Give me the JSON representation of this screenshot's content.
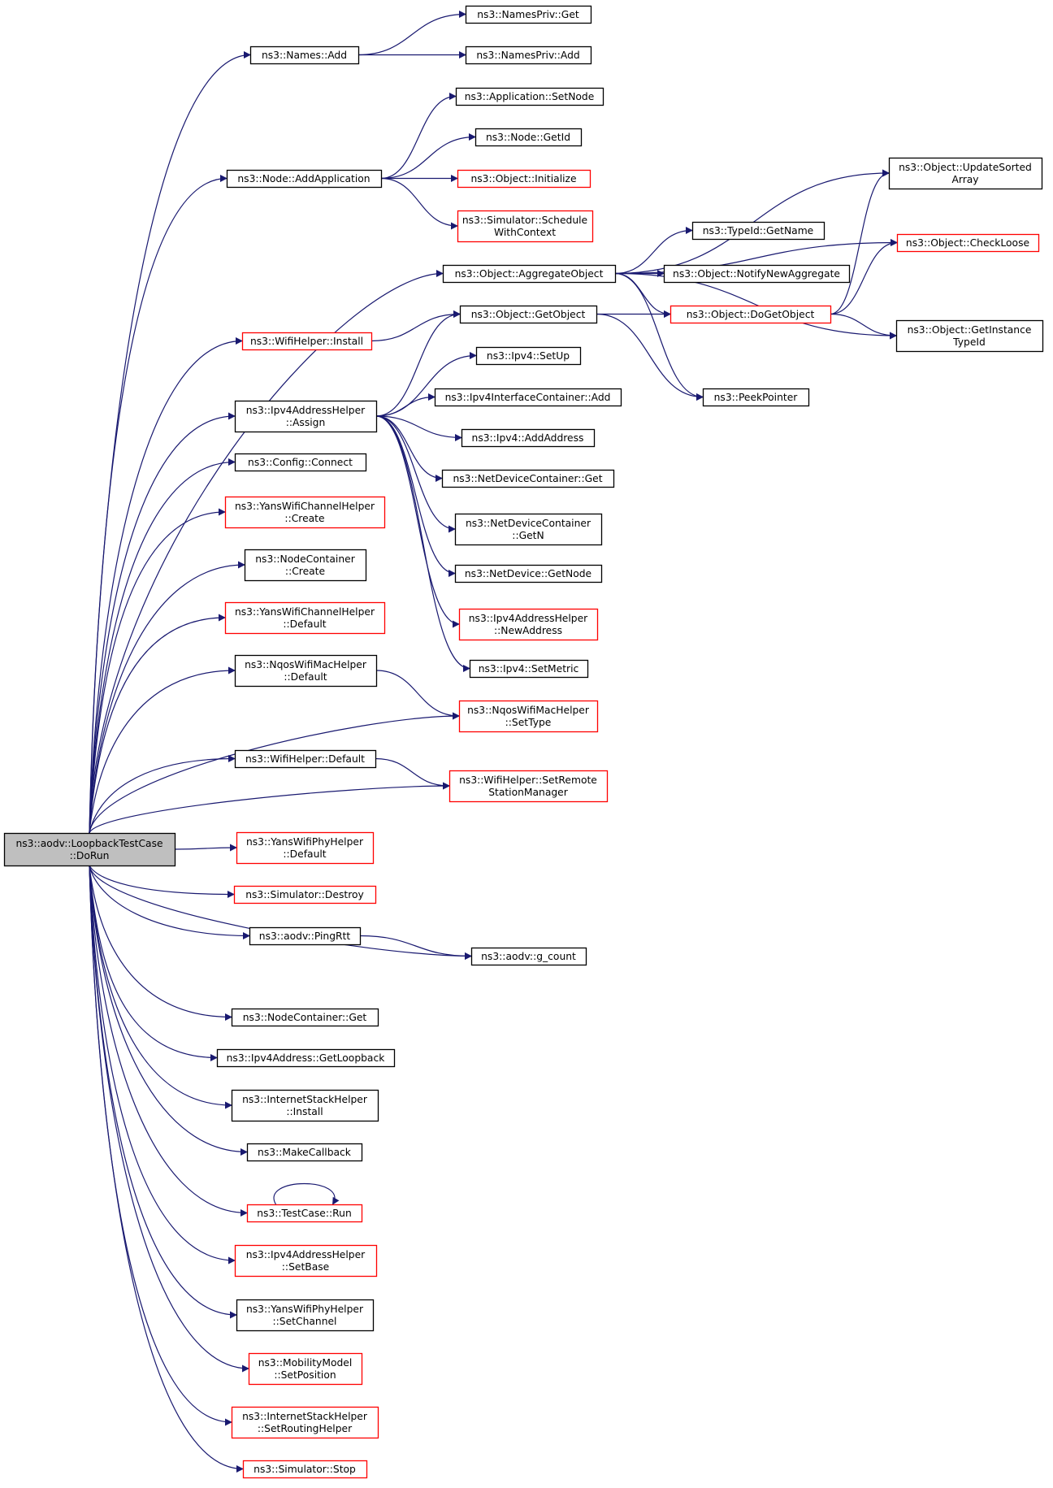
{
  "colors": {
    "edge": "#191970",
    "node_border_normal": "#000000",
    "node_border_truncated": "#ff0000",
    "root_fill": "#bfbfbf",
    "node_fill": "#ffffff"
  },
  "nodes": [
    {
      "id": "root",
      "lines": [
        "ns3::aodv::LoopbackTestCase",
        "::DoRun"
      ],
      "border": "black",
      "root": true
    },
    {
      "id": "names_add",
      "lines": [
        "ns3::Names::Add"
      ],
      "border": "black"
    },
    {
      "id": "namespriv_get",
      "lines": [
        "ns3::NamesPriv::Get"
      ],
      "border": "black"
    },
    {
      "id": "namespriv_add",
      "lines": [
        "ns3::NamesPriv::Add"
      ],
      "border": "black"
    },
    {
      "id": "app_setnode",
      "lines": [
        "ns3::Application::SetNode"
      ],
      "border": "black"
    },
    {
      "id": "node_getid",
      "lines": [
        "ns3::Node::GetId"
      ],
      "border": "black"
    },
    {
      "id": "node_addapp",
      "lines": [
        "ns3::Node::AddApplication"
      ],
      "border": "black"
    },
    {
      "id": "obj_init",
      "lines": [
        "ns3::Object::Initialize"
      ],
      "border": "red"
    },
    {
      "id": "sim_schedctx",
      "lines": [
        "ns3::Simulator::Schedule",
        "WithContext"
      ],
      "border": "red"
    },
    {
      "id": "obj_upd",
      "lines": [
        "ns3::Object::UpdateSorted",
        "Array"
      ],
      "border": "black"
    },
    {
      "id": "obj_checkloose",
      "lines": [
        "ns3::Object::CheckLoose"
      ],
      "border": "red"
    },
    {
      "id": "typeid_getname",
      "lines": [
        "ns3::TypeId::GetName"
      ],
      "border": "black"
    },
    {
      "id": "obj_aggregate",
      "lines": [
        "ns3::Object::AggregateObject"
      ],
      "border": "black"
    },
    {
      "id": "obj_notify",
      "lines": [
        "ns3::Object::NotifyNewAggregate"
      ],
      "border": "black"
    },
    {
      "id": "obj_getobject",
      "lines": [
        "ns3::Object::GetObject"
      ],
      "border": "black"
    },
    {
      "id": "obj_dogetobject",
      "lines": [
        "ns3::Object::DoGetObject"
      ],
      "border": "red"
    },
    {
      "id": "obj_getinstance",
      "lines": [
        "ns3::Object::GetInstance",
        "TypeId"
      ],
      "border": "black"
    },
    {
      "id": "wifi_install",
      "lines": [
        "ns3::WifiHelper::Install"
      ],
      "border": "red"
    },
    {
      "id": "ipv4_setup",
      "lines": [
        "ns3::Ipv4::SetUp"
      ],
      "border": "black"
    },
    {
      "id": "ipv4ah_assign",
      "lines": [
        "ns3::Ipv4AddressHelper",
        "::Assign"
      ],
      "border": "black"
    },
    {
      "id": "ipv4ic_add",
      "lines": [
        "ns3::Ipv4InterfaceContainer::Add"
      ],
      "border": "black"
    },
    {
      "id": "peekpointer",
      "lines": [
        "ns3::PeekPointer"
      ],
      "border": "black"
    },
    {
      "id": "ipv4_addaddr",
      "lines": [
        "ns3::Ipv4::AddAddress"
      ],
      "border": "black"
    },
    {
      "id": "config_connect",
      "lines": [
        "ns3::Config::Connect"
      ],
      "border": "black"
    },
    {
      "id": "ndc_get",
      "lines": [
        "ns3::NetDeviceContainer::Get"
      ],
      "border": "black"
    },
    {
      "id": "ywch_create",
      "lines": [
        "ns3::YansWifiChannelHelper",
        "::Create"
      ],
      "border": "red"
    },
    {
      "id": "ndc_getn",
      "lines": [
        "ns3::NetDeviceContainer",
        "::GetN"
      ],
      "border": "black"
    },
    {
      "id": "nc_create",
      "lines": [
        "ns3::NodeContainer",
        "::Create"
      ],
      "border": "black"
    },
    {
      "id": "nd_getnode",
      "lines": [
        "ns3::NetDevice::GetNode"
      ],
      "border": "black"
    },
    {
      "id": "ywch_default",
      "lines": [
        "ns3::YansWifiChannelHelper",
        "::Default"
      ],
      "border": "red"
    },
    {
      "id": "ipv4ah_newaddr",
      "lines": [
        "ns3::Ipv4AddressHelper",
        "::NewAddress"
      ],
      "border": "red"
    },
    {
      "id": "nqos_default",
      "lines": [
        "ns3::NqosWifiMacHelper",
        "::Default"
      ],
      "border": "black"
    },
    {
      "id": "ipv4_setmetric",
      "lines": [
        "ns3::Ipv4::SetMetric"
      ],
      "border": "black"
    },
    {
      "id": "nqos_settype",
      "lines": [
        "ns3::NqosWifiMacHelper",
        "::SetType"
      ],
      "border": "red"
    },
    {
      "id": "wifi_default",
      "lines": [
        "ns3::WifiHelper::Default"
      ],
      "border": "black"
    },
    {
      "id": "wifi_setremote",
      "lines": [
        "ns3::WifiHelper::SetRemote",
        "StationManager"
      ],
      "border": "red"
    },
    {
      "id": "ywph_default",
      "lines": [
        "ns3::YansWifiPhyHelper",
        "::Default"
      ],
      "border": "red"
    },
    {
      "id": "sim_destroy",
      "lines": [
        "ns3::Simulator::Destroy"
      ],
      "border": "red"
    },
    {
      "id": "aodv_pingrtt",
      "lines": [
        "ns3::aodv::PingRtt"
      ],
      "border": "black"
    },
    {
      "id": "aodv_gcount",
      "lines": [
        "ns3::aodv::g_count"
      ],
      "border": "black"
    },
    {
      "id": "nc_get",
      "lines": [
        "ns3::NodeContainer::Get"
      ],
      "border": "black"
    },
    {
      "id": "ipv4addr_loop",
      "lines": [
        "ns3::Ipv4Address::GetLoopback"
      ],
      "border": "black"
    },
    {
      "id": "ish_install",
      "lines": [
        "ns3::InternetStackHelper",
        "::Install"
      ],
      "border": "black"
    },
    {
      "id": "makecallback",
      "lines": [
        "ns3::MakeCallback"
      ],
      "border": "black"
    },
    {
      "id": "testcase_run",
      "lines": [
        "ns3::TestCase::Run"
      ],
      "border": "red"
    },
    {
      "id": "ipv4ah_setbase",
      "lines": [
        "ns3::Ipv4AddressHelper",
        "::SetBase"
      ],
      "border": "red"
    },
    {
      "id": "ywph_setchannel",
      "lines": [
        "ns3::YansWifiPhyHelper",
        "::SetChannel"
      ],
      "border": "black"
    },
    {
      "id": "mm_setpos",
      "lines": [
        "ns3::MobilityModel",
        "::SetPosition"
      ],
      "border": "red"
    },
    {
      "id": "ish_setrouting",
      "lines": [
        "ns3::InternetStackHelper",
        "::SetRoutingHelper"
      ],
      "border": "red"
    },
    {
      "id": "sim_stop",
      "lines": [
        "ns3::Simulator::Stop"
      ],
      "border": "red"
    }
  ],
  "edges": [
    [
      "root",
      "names_add"
    ],
    [
      "root",
      "node_addapp"
    ],
    [
      "root",
      "obj_aggregate"
    ],
    [
      "root",
      "wifi_install"
    ],
    [
      "root",
      "ipv4ah_assign"
    ],
    [
      "root",
      "config_connect"
    ],
    [
      "root",
      "ywch_create"
    ],
    [
      "root",
      "nc_create"
    ],
    [
      "root",
      "ywch_default"
    ],
    [
      "root",
      "nqos_default"
    ],
    [
      "root",
      "nqos_settype"
    ],
    [
      "root",
      "wifi_default"
    ],
    [
      "root",
      "wifi_setremote"
    ],
    [
      "root",
      "ywph_default"
    ],
    [
      "root",
      "sim_destroy"
    ],
    [
      "root",
      "aodv_pingrtt"
    ],
    [
      "root",
      "aodv_gcount"
    ],
    [
      "root",
      "nc_get"
    ],
    [
      "root",
      "ipv4addr_loop"
    ],
    [
      "root",
      "ish_install"
    ],
    [
      "root",
      "makecallback"
    ],
    [
      "root",
      "testcase_run"
    ],
    [
      "root",
      "ipv4ah_setbase"
    ],
    [
      "root",
      "ywph_setchannel"
    ],
    [
      "root",
      "mm_setpos"
    ],
    [
      "root",
      "ish_setrouting"
    ],
    [
      "root",
      "sim_stop"
    ],
    [
      "names_add",
      "namespriv_get"
    ],
    [
      "names_add",
      "namespriv_add"
    ],
    [
      "node_addapp",
      "app_setnode"
    ],
    [
      "node_addapp",
      "node_getid"
    ],
    [
      "node_addapp",
      "obj_init"
    ],
    [
      "node_addapp",
      "sim_schedctx"
    ],
    [
      "obj_aggregate",
      "obj_upd"
    ],
    [
      "obj_aggregate",
      "obj_checkloose"
    ],
    [
      "obj_aggregate",
      "typeid_getname"
    ],
    [
      "obj_aggregate",
      "obj_notify"
    ],
    [
      "obj_aggregate",
      "obj_dogetobject"
    ],
    [
      "obj_aggregate",
      "obj_getinstance"
    ],
    [
      "obj_aggregate",
      "peekpointer"
    ],
    [
      "obj_getobject",
      "obj_dogetobject"
    ],
    [
      "obj_getobject",
      "peekpointer"
    ],
    [
      "obj_dogetobject",
      "obj_upd"
    ],
    [
      "obj_dogetobject",
      "obj_checkloose"
    ],
    [
      "obj_dogetobject",
      "obj_getinstance"
    ],
    [
      "wifi_install",
      "obj_getobject"
    ],
    [
      "ipv4ah_assign",
      "obj_getobject"
    ],
    [
      "ipv4ah_assign",
      "ipv4_setup"
    ],
    [
      "ipv4ah_assign",
      "ipv4ic_add"
    ],
    [
      "ipv4ah_assign",
      "ipv4_addaddr"
    ],
    [
      "ipv4ah_assign",
      "ndc_get"
    ],
    [
      "ipv4ah_assign",
      "ndc_getn"
    ],
    [
      "ipv4ah_assign",
      "nd_getnode"
    ],
    [
      "ipv4ah_assign",
      "ipv4ah_newaddr"
    ],
    [
      "ipv4ah_assign",
      "ipv4_setmetric"
    ],
    [
      "nqos_default",
      "nqos_settype"
    ],
    [
      "wifi_default",
      "wifi_setremote"
    ],
    [
      "aodv_pingrtt",
      "aodv_gcount"
    ],
    [
      "testcase_run",
      "testcase_run"
    ]
  ]
}
